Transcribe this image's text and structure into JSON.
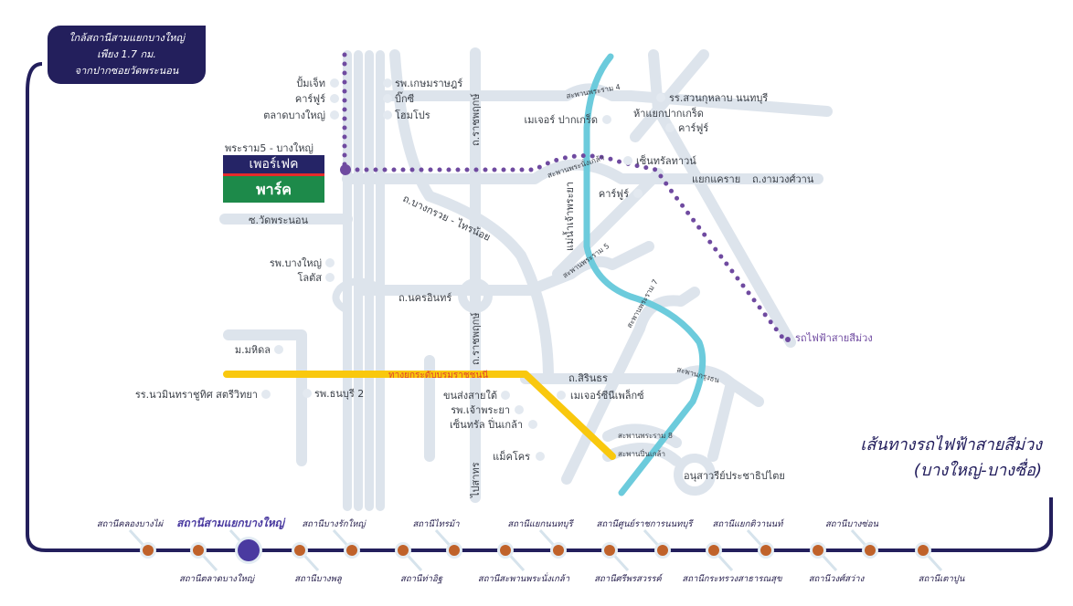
{
  "callout": {
    "line1": "ใกล้สถานีสามแยกบางใหญ่",
    "line2": "เพียง 1.7 กม.",
    "line3": "จากปากซอยวัดพระนอน"
  },
  "project": {
    "caption": "พระราม5 - บางใหญ่",
    "name_top": "เพอร์เฟค",
    "name_bottom": "พาร์ค"
  },
  "heading": {
    "line1": "เส้นทางรถไฟฟ้าสายสีม่วง",
    "line2": "(บางใหญ่-บางซื่อ)"
  },
  "colors": {
    "purple_line": "#6f4aa0",
    "yellow_road": "#f9c80e",
    "river": "#6ccbdc",
    "road": "#dde4ec",
    "station_dot": "#c0622a",
    "line_navy": "#231f5c"
  },
  "roads": {
    "soi_wat_phra_non": "ซ.วัดพระนอน",
    "ratchaphruek_n": "ถ.ราชพฤกษ์",
    "ratchaphruek_s": "ถ.ราชพฤกษ์",
    "bang_kruai": "ถ.บางกรวย - ไทรน้อย",
    "nakhon_in": "ถ.นครอินทร์",
    "sirindhorn": "ถ.สิรินธร",
    "ngam_wong_wan": "ถ.งามวงศ์วาน",
    "kae_rai": "แยกแคราย",
    "pak_kret_5": "ห้าแยกปากเกร็ด",
    "expressway": "ทางยกระดับบรมราชชนนี",
    "to_sathorn": "ไปสาทร",
    "river": "แม่น้ำเจ้าพระยา",
    "purple_label": "รถไฟฟ้าสายสีม่วง"
  },
  "bridges": {
    "rama4": "สะพานพระราม 4",
    "nangklao": "สะพานพระนั่งเกล้า",
    "rama5": "สะพานพระราม 5",
    "rama7": "สะพานพระราม 7",
    "krungthon": "สะพานกรุงธน",
    "rama8": "สะพานพระราม 8",
    "pinklao": "สะพานปิ่นเกล้า"
  },
  "places": [
    "ปั้มเจ็ท",
    "คาร์ฟูร์",
    "ตลาดบางใหญ่",
    "รพ.เกษมราษฎร์",
    "บิ๊กซี",
    "โฮมโปร",
    "เมเจอร์ ปากเกร็ด",
    "รร.สวนกุหลาบ นนทบุรี",
    "คาร์ฟูร์",
    "เซ็นทรัลทาวน์",
    "คาร์ฟูร์",
    "รพ.บางใหญ่",
    "โลตัส",
    "ม.มหิดล",
    "รร.นวมินทราชูทิศ สตรีวิทยา",
    "รพ.ธนบุรี 2",
    "ขนส่งสายใต้",
    "รพ.เจ้าพระยา",
    "เซ็นทรัล ปิ่นเกล้า",
    "เมเจอร์ซีนีเพล็กซ์",
    "แม็คโคร",
    "อนุสาวรีย์ประชาธิปไตย"
  ],
  "stations": [
    {
      "name": "สถานีคลองบางไผ่",
      "pos": "top"
    },
    {
      "name": "สถานีตลาดบางใหญ่",
      "pos": "bottom"
    },
    {
      "name": "สถานีสามแยกบางใหญ่",
      "pos": "top",
      "current": true
    },
    {
      "name": "สถานีบางพลู",
      "pos": "bottom"
    },
    {
      "name": "สถานีบางรักใหญ่",
      "pos": "top"
    },
    {
      "name": "สถานีท่าอิฐ",
      "pos": "bottom"
    },
    {
      "name": "สถานีไทรม้า",
      "pos": "top"
    },
    {
      "name": "สถานีสะพานพระนั่งเกล้า",
      "pos": "bottom"
    },
    {
      "name": "สถานีแยกนนทบุรี",
      "pos": "top"
    },
    {
      "name": "สถานีศรีพรสวรรค์",
      "pos": "bottom"
    },
    {
      "name": "สถานีศูนย์ราชการนนทบุรี",
      "pos": "top"
    },
    {
      "name": "สถานีกระทรวงสาธารณสุข",
      "pos": "bottom"
    },
    {
      "name": "สถานีแยกติวานนท์",
      "pos": "top"
    },
    {
      "name": "สถานีวงศ์สว่าง",
      "pos": "bottom"
    },
    {
      "name": "สถานีบางซ่อน",
      "pos": "top"
    },
    {
      "name": "สถานีเตาปูน",
      "pos": "bottom"
    }
  ]
}
